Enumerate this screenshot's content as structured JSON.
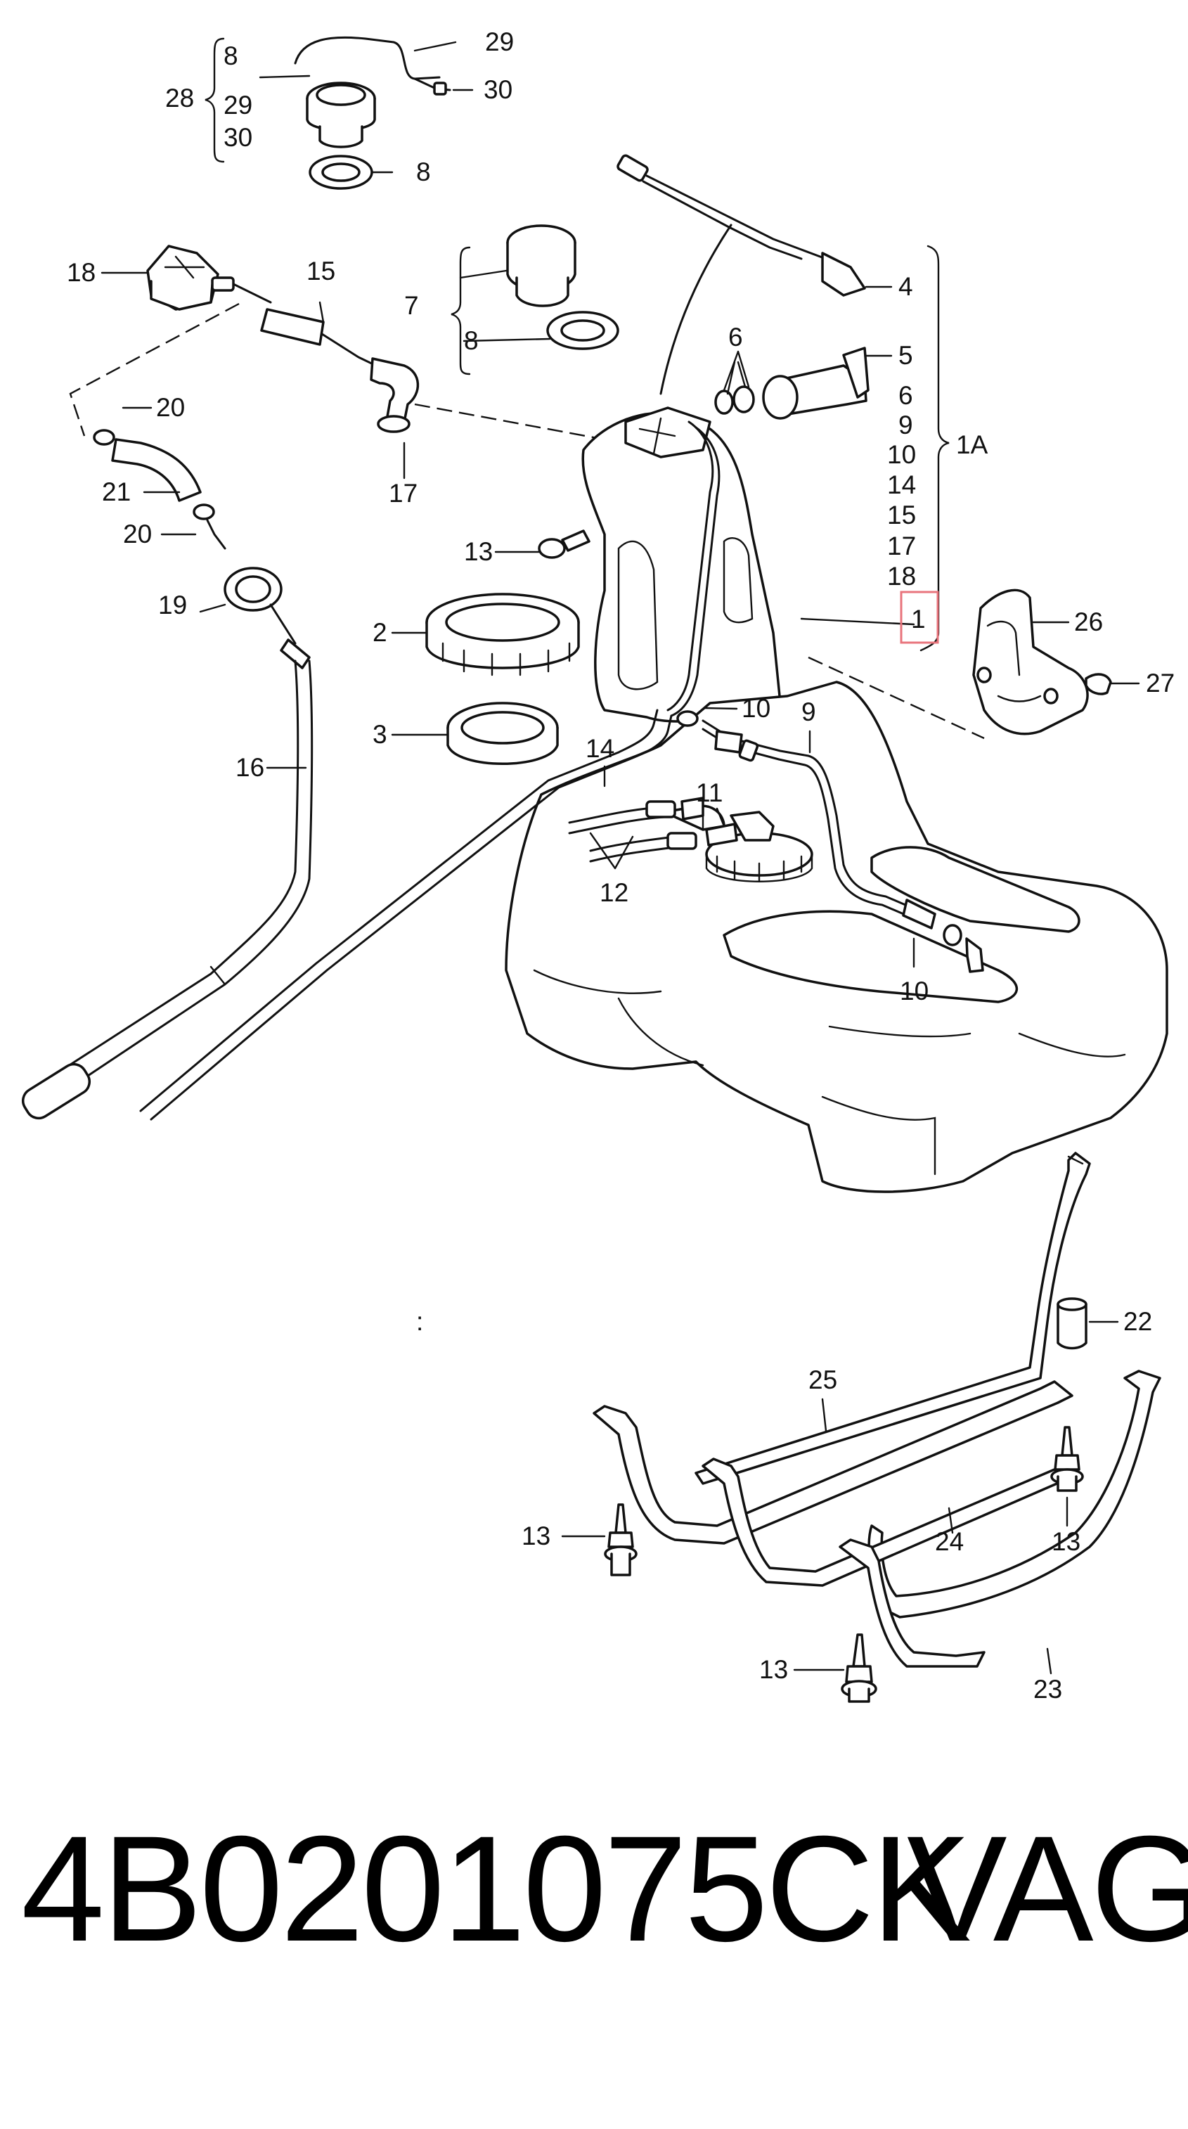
{
  "footer": {
    "part_number": "4B0201075CK",
    "brand": "VAG"
  },
  "diagram": {
    "callouts": [
      {
        "id": "c-29-top",
        "text": "29"
      },
      {
        "id": "c-30-top",
        "text": "30"
      },
      {
        "id": "c-28",
        "text": "28"
      },
      {
        "id": "c-8-g",
        "text": "8"
      },
      {
        "id": "c-29-g",
        "text": "29"
      },
      {
        "id": "c-30-g",
        "text": "30"
      },
      {
        "id": "c-8-ring",
        "text": "8"
      },
      {
        "id": "c-18-left",
        "text": "18"
      },
      {
        "id": "c-15",
        "text": "15"
      },
      {
        "id": "c-7",
        "text": "7"
      },
      {
        "id": "c-8-mid",
        "text": "8"
      },
      {
        "id": "c-4",
        "text": "4"
      },
      {
        "id": "c-5",
        "text": "5"
      },
      {
        "id": "c-6-top",
        "text": "6"
      },
      {
        "id": "c-1a-6",
        "text": "6"
      },
      {
        "id": "c-1a-9",
        "text": "9"
      },
      {
        "id": "c-1a-10",
        "text": "10"
      },
      {
        "id": "c-1a-14",
        "text": "14"
      },
      {
        "id": "c-1a-15",
        "text": "15"
      },
      {
        "id": "c-1a-17",
        "text": "17"
      },
      {
        "id": "c-1a-18",
        "text": "18"
      },
      {
        "id": "c-1a",
        "text": "1A"
      },
      {
        "id": "c-1",
        "text": "1"
      },
      {
        "id": "c-20-top",
        "text": "20"
      },
      {
        "id": "c-21",
        "text": "21"
      },
      {
        "id": "c-20-bot",
        "text": "20"
      },
      {
        "id": "c-17",
        "text": "17"
      },
      {
        "id": "c-13-a",
        "text": "13"
      },
      {
        "id": "c-19",
        "text": "19"
      },
      {
        "id": "c-2",
        "text": "2"
      },
      {
        "id": "c-3",
        "text": "3"
      },
      {
        "id": "c-16",
        "text": "16"
      },
      {
        "id": "c-14",
        "text": "14"
      },
      {
        "id": "c-10-a",
        "text": "10"
      },
      {
        "id": "c-9",
        "text": "9"
      },
      {
        "id": "c-11",
        "text": "11"
      },
      {
        "id": "c-12",
        "text": "12"
      },
      {
        "id": "c-10-b",
        "text": "10"
      },
      {
        "id": "c-26",
        "text": "26"
      },
      {
        "id": "c-27",
        "text": "27"
      },
      {
        "id": "c-22",
        "text": "22"
      },
      {
        "id": "c-25",
        "text": "25"
      },
      {
        "id": "c-24",
        "text": "24"
      },
      {
        "id": "c-23",
        "text": "23"
      },
      {
        "id": "c-13-b",
        "text": "13"
      },
      {
        "id": "c-13-c",
        "text": "13"
      },
      {
        "id": "c-13-d",
        "text": "13"
      },
      {
        "id": "c-colon",
        "text": ":"
      }
    ],
    "highlight_color": "#e8747c"
  }
}
